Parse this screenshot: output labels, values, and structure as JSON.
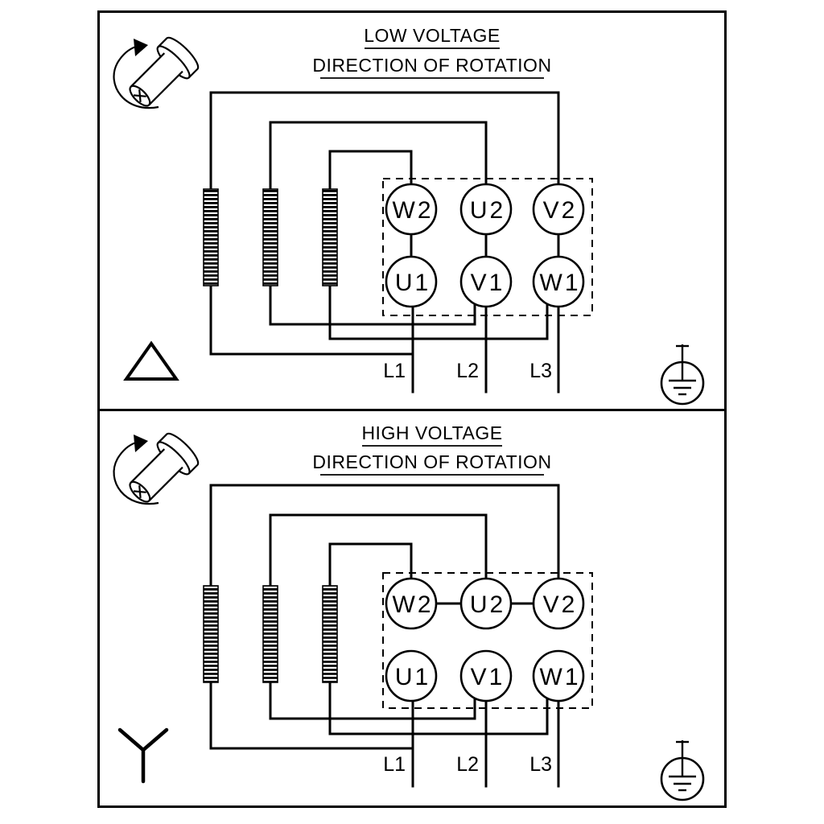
{
  "diagram": {
    "panels": [
      {
        "title": "LOW VOLTAGE",
        "subtitle": "DIRECTION OF ROTATION",
        "connection": "delta",
        "terminals_top": [
          "W2",
          "U2",
          "V2"
        ],
        "terminals_bottom": [
          "U1",
          "V1",
          "W1"
        ],
        "supply_lines": [
          "L1",
          "L2",
          "L3"
        ]
      },
      {
        "title": "HIGH VOLTAGE",
        "subtitle": "DIRECTION OF ROTATION",
        "connection": "star",
        "terminals_top": [
          "W2",
          "U2",
          "V2"
        ],
        "terminals_bottom": [
          "U1",
          "V1",
          "W1"
        ],
        "supply_lines": [
          "L1",
          "L2",
          "L3"
        ]
      }
    ],
    "colors": {
      "ink": "#000000",
      "background": "#ffffff"
    }
  }
}
